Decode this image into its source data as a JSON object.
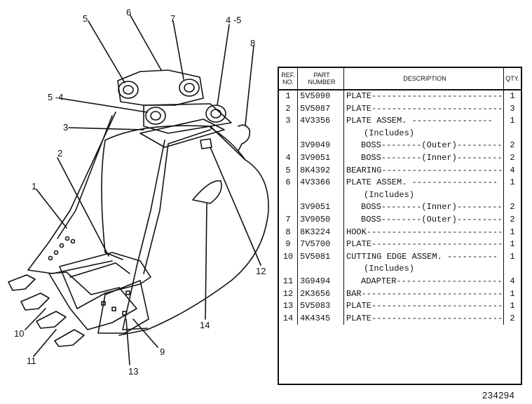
{
  "callouts": {
    "c5": "5",
    "c6": "6",
    "c7": "7",
    "c4_5": "4 -5",
    "c8": "8",
    "c5_4": "5  -4",
    "c3": "3",
    "c2": "2",
    "c1": "1",
    "c12": "12",
    "c14": "14",
    "c10": "10",
    "c11": "11",
    "c13": "13",
    "c9": "9"
  },
  "table": {
    "headers": {
      "ref": "REF. NO.",
      "part": "PART NUMBER",
      "description": "DESCRIPTION",
      "qty": "QTY."
    },
    "rows": [
      {
        "ref": "1",
        "part": "5V5090",
        "desc": "PLATE-------------------------------",
        "qty": "1",
        "indent": 0
      },
      {
        "ref": "2",
        "part": "5V5087",
        "desc": "PLATE------------------------------",
        "qty": "3",
        "indent": 0
      },
      {
        "ref": "3",
        "part": "4V3356",
        "desc": "PLATE ASSEM. ----------------",
        "qty": "1",
        "indent": 0
      },
      {
        "ref": "",
        "part": "",
        "desc": "(Includes)",
        "qty": "",
        "indent": 1
      },
      {
        "ref": "",
        "part": "3V9049",
        "desc": "BOSS--------(Outer)---------",
        "qty": "2",
        "indent": 2
      },
      {
        "ref": "4",
        "part": "3V9051",
        "desc": "BOSS--------(Inner)---------",
        "qty": "2",
        "indent": 2
      },
      {
        "ref": "5",
        "part": "8K4392",
        "desc": "BEARING---------------------------",
        "qty": "4",
        "indent": 0
      },
      {
        "ref": "6",
        "part": "4V3366",
        "desc": "PLATE ASSEM. -----------------",
        "qty": "1",
        "indent": 0
      },
      {
        "ref": "",
        "part": "",
        "desc": "(Includes)",
        "qty": "",
        "indent": 1
      },
      {
        "ref": "",
        "part": "3V9051",
        "desc": "BOSS--------(Inner)---------",
        "qty": "2",
        "indent": 2
      },
      {
        "ref": "7",
        "part": "3V9050",
        "desc": "BOSS--------(Outer)---------",
        "qty": "2",
        "indent": 2
      },
      {
        "ref": "8",
        "part": "8K3224",
        "desc": "HOOK----------------------------",
        "qty": "1",
        "indent": 0
      },
      {
        "ref": "9",
        "part": "7V5700",
        "desc": "PLATE------------------------------",
        "qty": "1",
        "indent": 0
      },
      {
        "ref": "10",
        "part": "5V5081",
        "desc": "CUTTING EDGE ASSEM. ----------",
        "qty": "1",
        "indent": 0
      },
      {
        "ref": "",
        "part": "",
        "desc": "(Includes)",
        "qty": "",
        "indent": 1
      },
      {
        "ref": "11",
        "part": "3G9494",
        "desc": "ADAPTER-----------------------",
        "qty": "4",
        "indent": 2
      },
      {
        "ref": "12",
        "part": "2K3656",
        "desc": "BAR---------------------------------",
        "qty": "1",
        "indent": 0
      },
      {
        "ref": "13",
        "part": "5V5083",
        "desc": "PLATE------------------------------",
        "qty": "1",
        "indent": 0
      },
      {
        "ref": "14",
        "part": "4K4345",
        "desc": "PLATE------------------------------",
        "qty": "2",
        "indent": 0
      }
    ]
  },
  "drawing_number": "234294"
}
